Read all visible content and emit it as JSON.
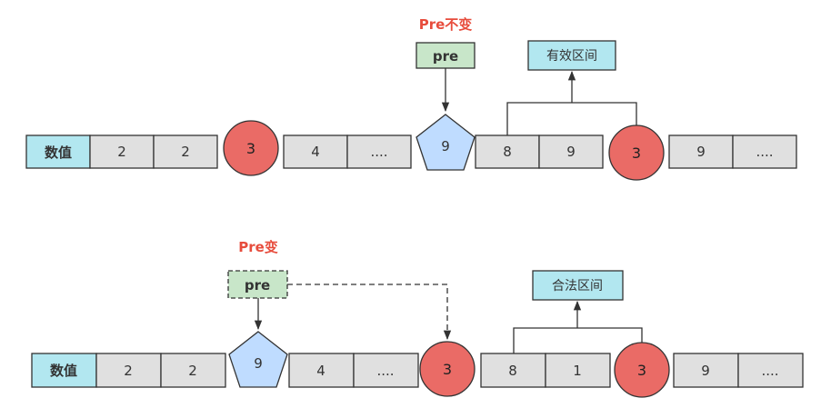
{
  "colors": {
    "cell_fill": "#e0e0e0",
    "header_fill": "#b2e7f0",
    "pre_fill": "#c8e6c9",
    "circle_fill": "#ea6b66",
    "pentagon_fill": "#bfdcff",
    "label_red": "#e74c3c",
    "stroke": "#333333"
  },
  "top": {
    "annotation": "Pre不变",
    "pre_label": "pre",
    "interval_label": "有效区间",
    "header": "数值",
    "items": [
      "2",
      "2",
      "3",
      "4",
      "....",
      "9",
      "8",
      "9",
      "3",
      "9",
      "...."
    ]
  },
  "bottom": {
    "annotation": "Pre变",
    "pre_label": "pre",
    "interval_label": "合法区间",
    "header": "数值",
    "items": [
      "2",
      "2",
      "9",
      "4",
      "....",
      "3",
      "8",
      "1",
      "3",
      "9",
      "...."
    ]
  }
}
